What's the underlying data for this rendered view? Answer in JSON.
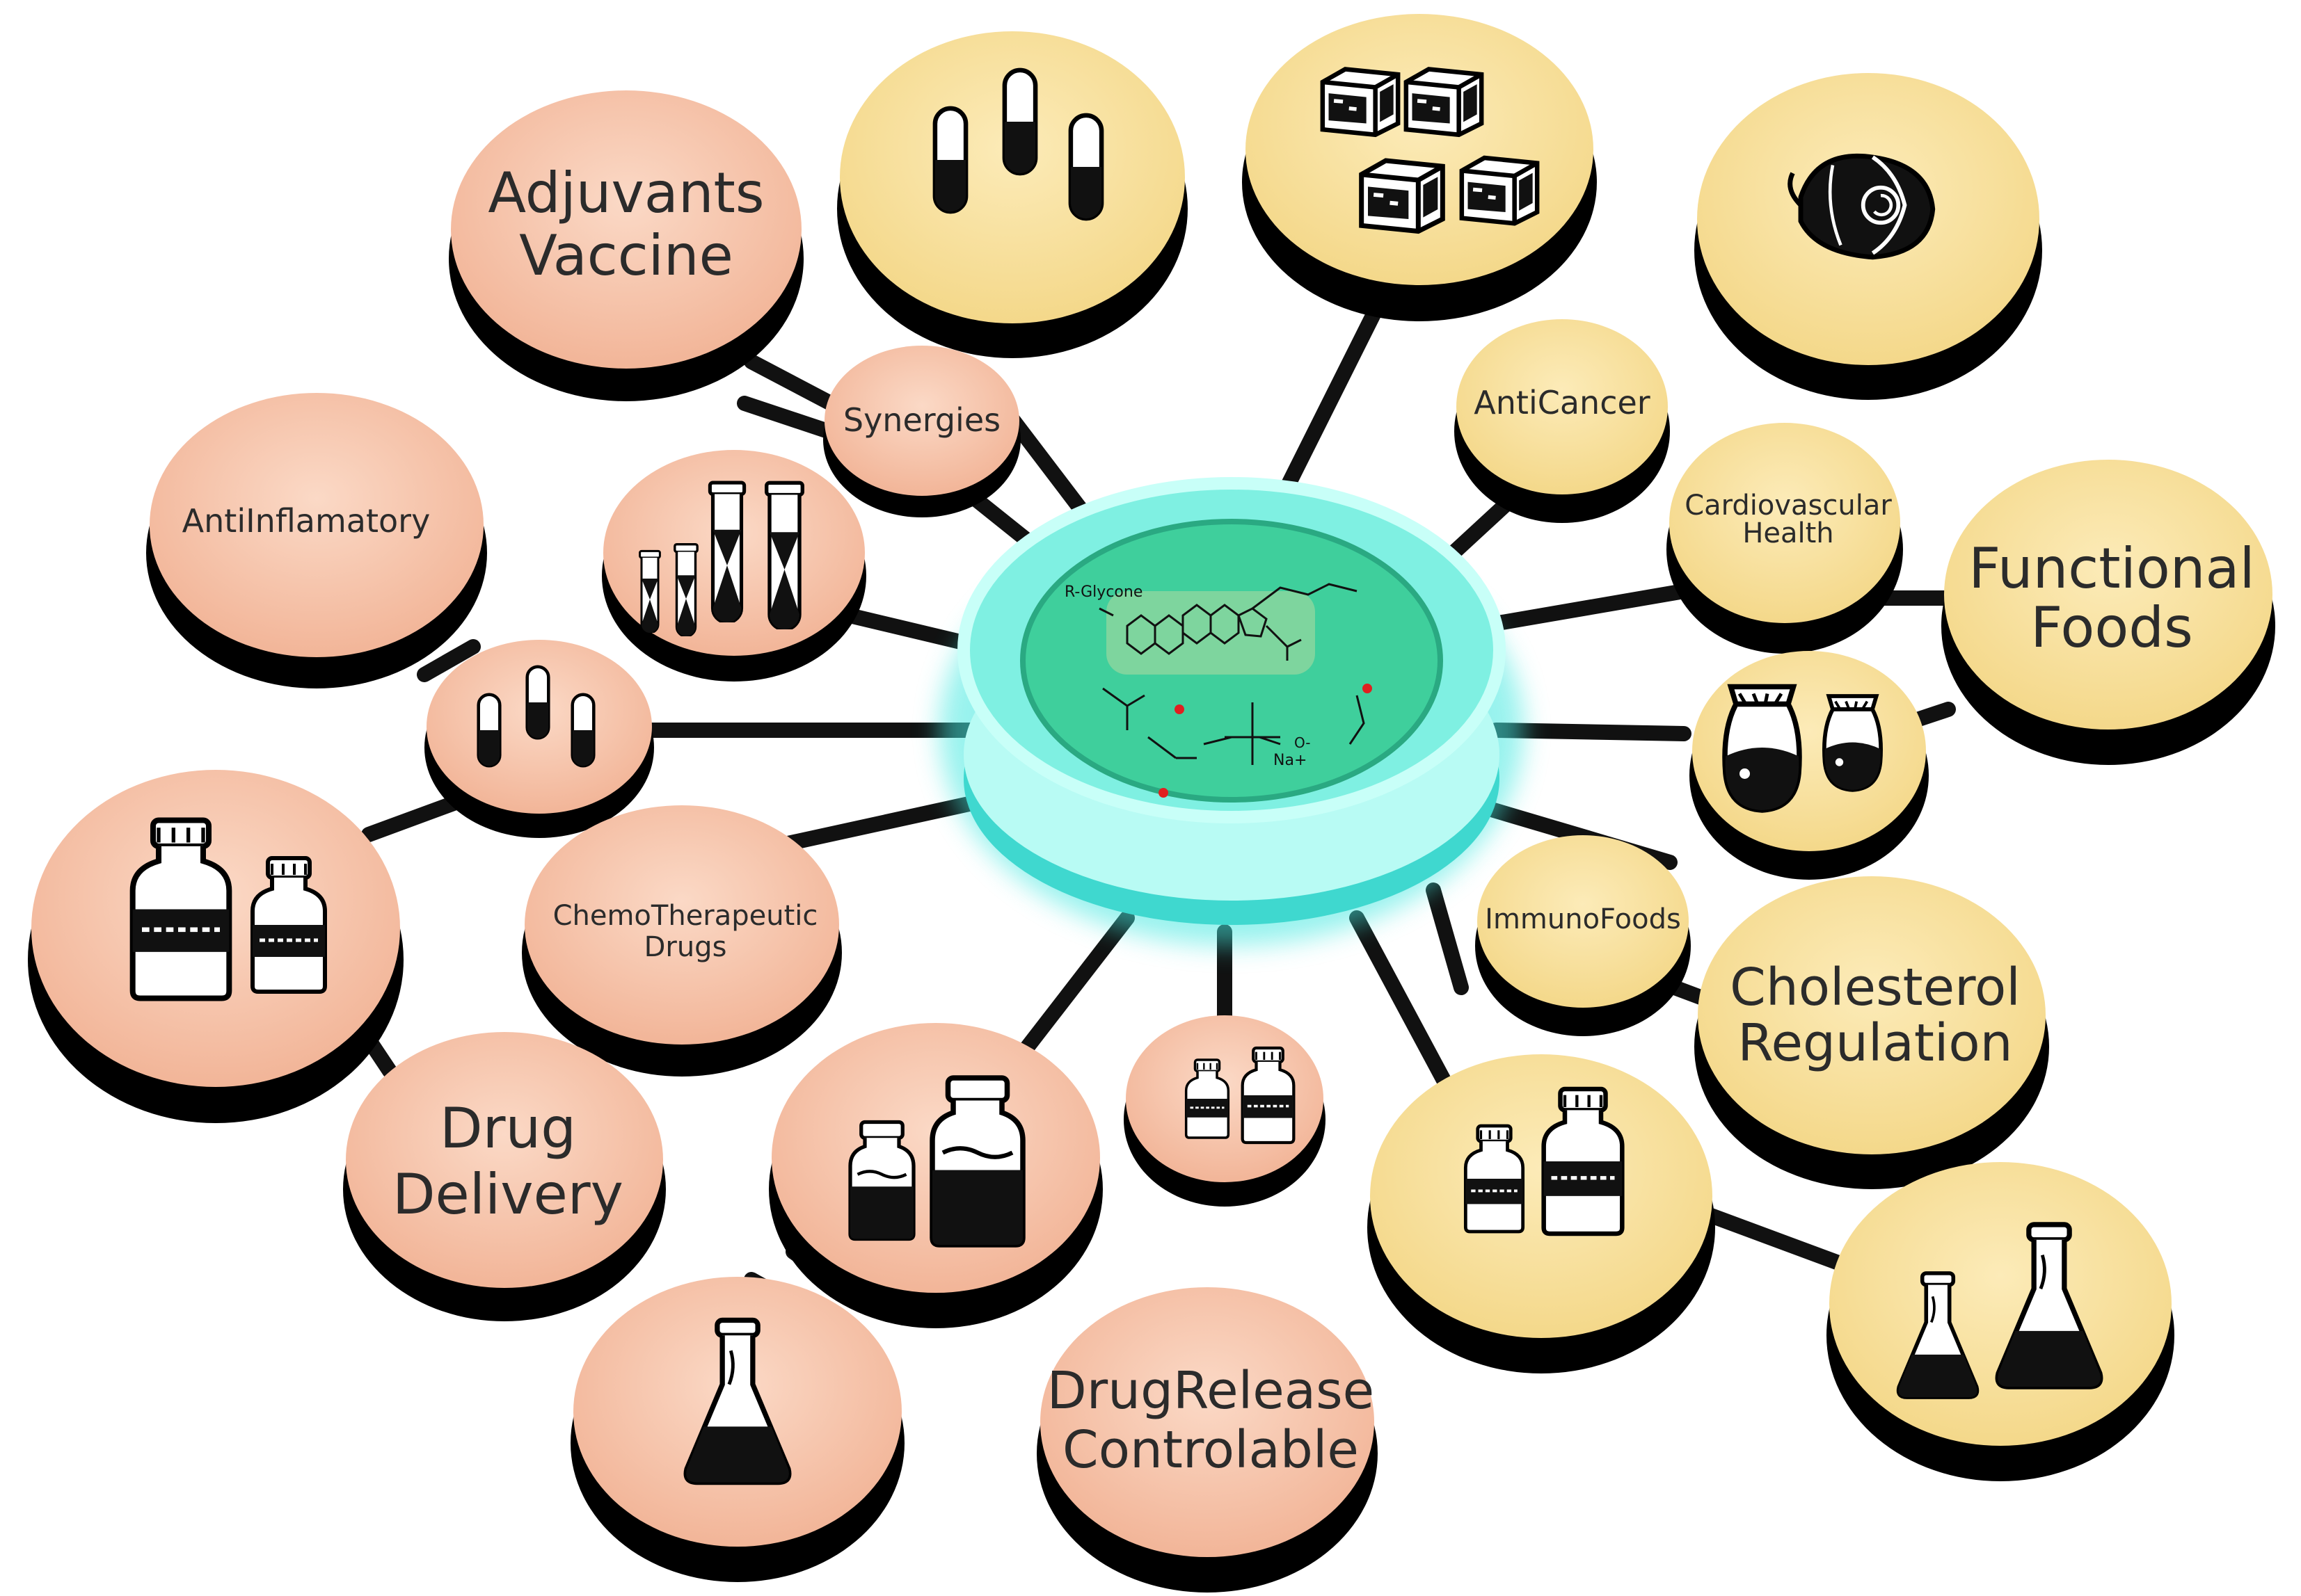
{
  "center": {
    "molecule_labels": {
      "aglycone": "R-Glycone",
      "counter_ion": "Na+",
      "oxygen_minus": "O-"
    }
  },
  "nodes": {
    "adjuvants": {
      "line1": "Adjuvants",
      "line2": "Vaccine"
    },
    "synergies": {
      "label": "Synergies"
    },
    "anti_inflammatory": {
      "label": "AntiInflamatory"
    },
    "chemo": {
      "line1": "ChemoTherapeutic",
      "line2": "Drugs"
    },
    "drug_delivery": {
      "line1": "Drug",
      "line2": "Delivery"
    },
    "drug_release": {
      "line1": "DrugRelease",
      "line2": "Controlable"
    },
    "anticancer": {
      "label": "AntiCancer"
    },
    "cardiovascular": {
      "line1": "Cardiovascular",
      "line2": "Health"
    },
    "functional_foods": {
      "line1": "Functional",
      "line2": "Foods"
    },
    "immunofoods": {
      "label": "ImmunoFoods"
    },
    "cholesterol": {
      "line1": "Cholesterol",
      "line2": "Regulation"
    }
  },
  "icons": [
    "capsules-icon",
    "sugar-cubes-icon",
    "garlic-icon",
    "test-tubes-icon",
    "pill-capsules-icon",
    "medicine-bottles-icon",
    "flask-icon",
    "jars-icon",
    "erlenmeyer-flasks-icon"
  ],
  "colors": {
    "pharma_disc": "#f6c6ad",
    "food_disc": "#f9e2a0",
    "center_disc": "#7ff0e2",
    "center_glow": "#45e8e0",
    "connector": "#111111"
  }
}
